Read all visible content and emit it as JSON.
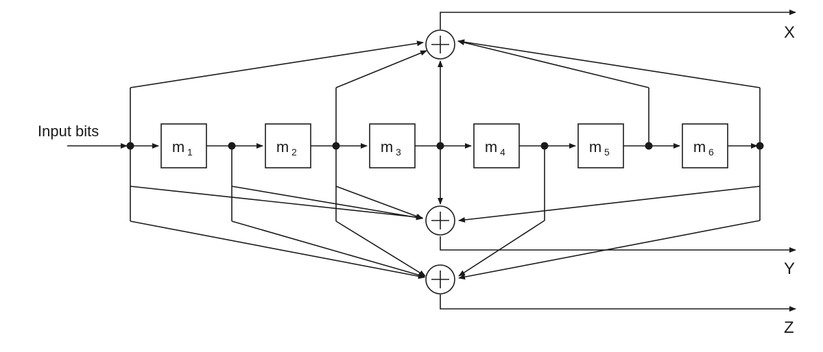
{
  "input_label": "Input bits",
  "registers": [
    {
      "name": "m",
      "sub": "1"
    },
    {
      "name": "m",
      "sub": "2"
    },
    {
      "name": "m",
      "sub": "3"
    },
    {
      "name": "m",
      "sub": "4"
    },
    {
      "name": "m",
      "sub": "5"
    },
    {
      "name": "m",
      "sub": "6"
    }
  ],
  "outputs": {
    "x": "X",
    "y": "Y",
    "z": "Z"
  },
  "colors": {
    "line": "#1a1a1a",
    "background": "#ffffff"
  }
}
